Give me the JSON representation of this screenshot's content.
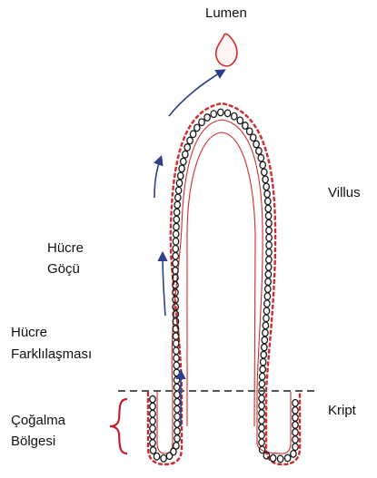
{
  "labels": {
    "lumen": "Lumen",
    "villus": "Villus",
    "cell_migration_line1": "Hücre",
    "cell_migration_line2": "Göçü",
    "cell_differentiation_line1": "Hücre",
    "cell_differentiation_line2": "Farklılaşması",
    "proliferation_zone_line1": "Çoğalma",
    "proliferation_zone_line2": "Bölgesi",
    "crypt": "Kript"
  },
  "colors": {
    "epithelium_outline": "#d22a2a",
    "nuclei": "#1a1a1a",
    "migration_arrows": "#2c3f8c",
    "crypt_boundary_dash": "#555555",
    "proliferation_brace": "#c0202a"
  }
}
